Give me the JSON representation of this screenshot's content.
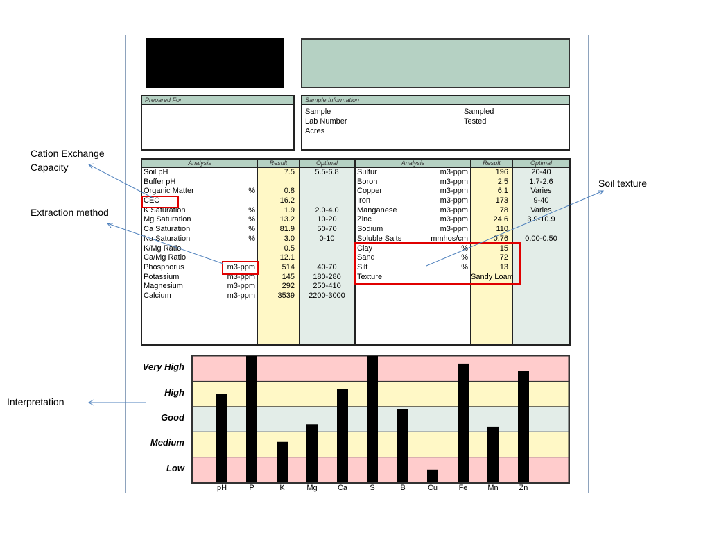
{
  "prepared_for": {
    "label": "Prepared For"
  },
  "sample_info": {
    "label": "Sample Information",
    "left": [
      "Sample",
      "Lab Number",
      "Acres"
    ],
    "right": [
      "Sampled",
      "Tested"
    ]
  },
  "headers": {
    "analysis": "Analysis",
    "result": "Result",
    "optimal": "Optimal"
  },
  "left_rows": [
    {
      "name": "Soil pH",
      "unit": "",
      "result": "7.5",
      "optimal": "5.5-6.8"
    },
    {
      "name": "Buffer pH",
      "unit": "",
      "result": "",
      "optimal": ""
    },
    {
      "name": "Organic Matter",
      "unit": "%",
      "result": "0.8",
      "optimal": ""
    },
    {
      "name": "CEC",
      "unit": "",
      "result": "16.2",
      "optimal": ""
    },
    {
      "name": "K Saturation",
      "unit": "%",
      "result": "1.9",
      "optimal": "2.0-4.0"
    },
    {
      "name": "Mg Saturation",
      "unit": "%",
      "result": "13.2",
      "optimal": "10-20"
    },
    {
      "name": "Ca Saturation",
      "unit": "%",
      "result": "81.9",
      "optimal": "50-70"
    },
    {
      "name": "Na Saturation",
      "unit": "%",
      "result": "3.0",
      "optimal": "0-10"
    },
    {
      "name": "K/Mg Ratio",
      "unit": "",
      "result": "0.5",
      "optimal": ""
    },
    {
      "name": "Ca/Mg Ratio",
      "unit": "",
      "result": "12.1",
      "optimal": ""
    },
    {
      "name": "Phosphorus",
      "unit": "m3-ppm",
      "result": "514",
      "optimal": "40-70"
    },
    {
      "name": "Potassium",
      "unit": "m3-ppm",
      "result": "145",
      "optimal": "180-280"
    },
    {
      "name": "Magnesium",
      "unit": "m3-ppm",
      "result": "292",
      "optimal": "250-410"
    },
    {
      "name": "Calcium",
      "unit": "m3-ppm",
      "result": "3539",
      "optimal": "2200-3000"
    }
  ],
  "right_rows": [
    {
      "name": "Sulfur",
      "unit": "m3-ppm",
      "result": "196",
      "optimal": "20-40"
    },
    {
      "name": "Boron",
      "unit": "m3-ppm",
      "result": "2.5",
      "optimal": "1.7-2.6"
    },
    {
      "name": "Copper",
      "unit": "m3-ppm",
      "result": "6.1",
      "optimal": "Varies"
    },
    {
      "name": "Iron",
      "unit": "m3-ppm",
      "result": "173",
      "optimal": "9-40"
    },
    {
      "name": "Manganese",
      "unit": "m3-ppm",
      "result": "78",
      "optimal": "Varies"
    },
    {
      "name": "Zinc",
      "unit": "m3-ppm",
      "result": "24.6",
      "optimal": "3.9-10.9"
    },
    {
      "name": "Sodium",
      "unit": "m3-ppm",
      "result": "110",
      "optimal": ""
    },
    {
      "name": "Soluble Salts",
      "unit": "mmhos/cm",
      "result": "0.76",
      "optimal": "0.00-0.50"
    },
    {
      "name": "Clay",
      "unit": "%",
      "result": "15",
      "optimal": ""
    },
    {
      "name": "Sand",
      "unit": "%",
      "result": "72",
      "optimal": ""
    },
    {
      "name": "Silt",
      "unit": "%",
      "result": "13",
      "optimal": ""
    },
    {
      "name": "Texture",
      "unit": "",
      "result": "Sandy Loam",
      "optimal": ""
    }
  ],
  "annotations": {
    "cec": "Cation Exchange Capacity",
    "extraction": "Extraction method",
    "texture": "Soil texture",
    "interpretation": "Interpretation"
  },
  "colors": {
    "header": "#b5d1c3",
    "result": "#fff8c6",
    "optimal": "#e3ede8",
    "pink": "#ffcccc",
    "yellow": "#fff8c6",
    "good": "#e3ede8",
    "highlight": "#e00000"
  },
  "chart_data": {
    "type": "bar",
    "categories": [
      "pH",
      "P",
      "K",
      "Mg",
      "Ca",
      "S",
      "B",
      "Cu",
      "Fe",
      "Mn",
      "Zn"
    ],
    "values": [
      3.5,
      5,
      1.6,
      2.3,
      3.7,
      5,
      2.9,
      0.5,
      4.7,
      2.2,
      4.4
    ],
    "bands": [
      "Low",
      "Medium",
      "Good",
      "High",
      "Very High"
    ],
    "ylim": [
      0,
      5
    ]
  }
}
